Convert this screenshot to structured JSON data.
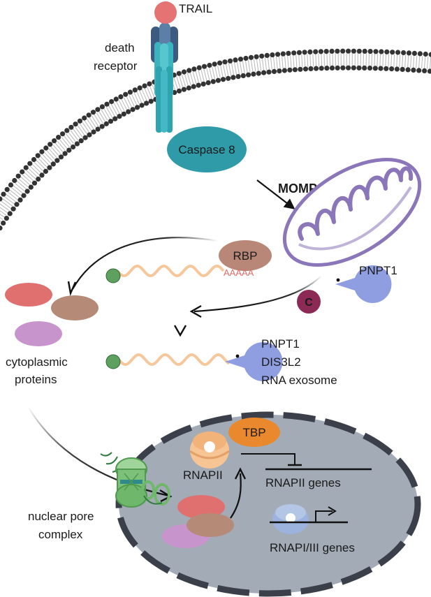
{
  "labels": {
    "trail": "TRAIL",
    "death_receptor_line1": "death",
    "death_receptor_line2": "receptor",
    "caspase8": "Caspase 8",
    "momp": "MOMP",
    "rbp": "RBP",
    "polya": "AAAAA",
    "pnpt1_mito": "PNPT1",
    "c_badge": "C",
    "decay_enzyme_1": "PNPT1",
    "decay_enzyme_2": "DIS3L2",
    "decay_enzyme_3": "RNA exosome",
    "cytoplasmic_line1": "cytoplasmic",
    "cytoplasmic_line2": "proteins",
    "nuclear_pore_line1": "nuclear pore",
    "nuclear_pore_line2": "complex",
    "tbp": "TBP",
    "rnapii": "RNAPII",
    "rnapii_genes": "RNAPII genes",
    "rnapi_iii_genes": "RNAPI/III genes"
  },
  "colors": {
    "membrane": "#333333",
    "trail": "#e57373",
    "receptor_dark": "#3d5a80",
    "receptor_teal": "#3cb4bf",
    "caspase": "#2f9aa8",
    "mitochondria": "#8a76b8",
    "rbp": "#b88778",
    "mrna": "#f6c79b",
    "cap": "#5ea05f",
    "polya": "#e46b6b",
    "pacman": "#8f9ee0",
    "c_badge": "#8c2a55",
    "protein_red": "#e07070",
    "protein_brown": "#b58a76",
    "protein_purple": "#c894cc",
    "nucleus_fill": "#a3abb6",
    "nucleus_border": "#3a3f4a",
    "tbp": "#e9882c",
    "rnapii": "#f7c594",
    "rnapi": "#9bb3dd",
    "pore": "#6fb86b"
  }
}
